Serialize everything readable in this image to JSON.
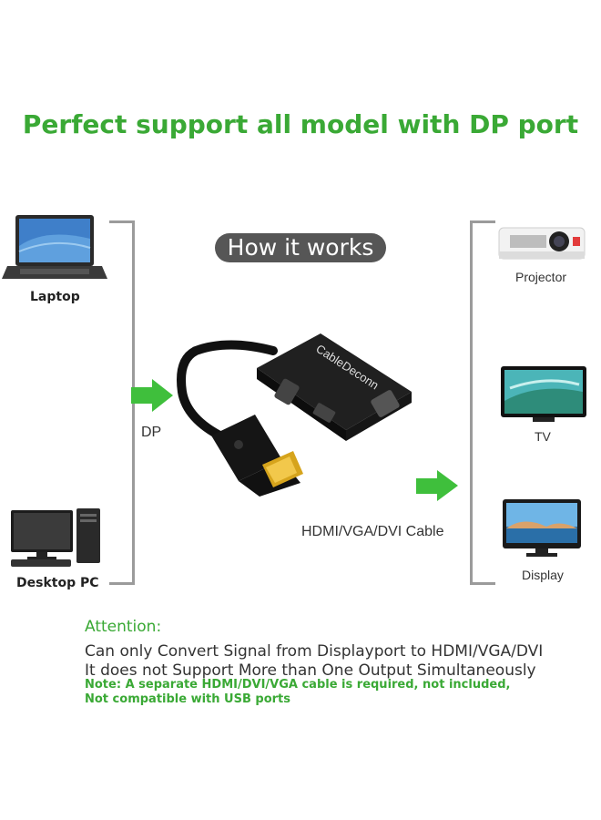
{
  "headline": "Perfect support all model with DP port",
  "pill_label": "How it works",
  "sources": {
    "laptop": "Laptop",
    "desktop": "Desktop PC"
  },
  "dp_label": "DP",
  "cable_label": "HDMI/VGA/DVI Cable",
  "adapter_brand": "CableDeconn",
  "outputs": {
    "projector": "Projector",
    "tv": "TV",
    "display": "Display"
  },
  "attention": {
    "title": "Attention:",
    "line1": "Can only Convert Signal from Displayport to HDMI/VGA/DVI",
    "line2": "It does not Support More than One Output Simultaneously",
    "note1": "Note: A separate HDMI/DVI/VGA cable is required, not included,",
    "note2": "Not compatible with USB ports"
  },
  "colors": {
    "accent_green": "#3aa935",
    "arrow_green": "#3fbf3c",
    "bracket_gray": "#9b9b9b",
    "pill_gray": "#565656"
  }
}
